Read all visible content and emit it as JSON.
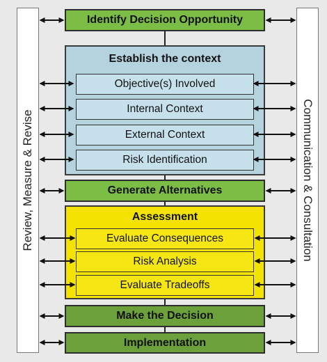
{
  "left_bar": {
    "label": "Review, Measure & Revise"
  },
  "right_bar": {
    "label": "Communication & Consultation"
  },
  "steps": {
    "identify": "Identify Decision Opportunity",
    "generate": "Generate Alternatives",
    "decide": "Make the Decision",
    "implement": "Implementation"
  },
  "context": {
    "title": "Establish the context",
    "items": [
      "Objective(s) Involved",
      "Internal Context",
      "External Context",
      "Risk Identification"
    ]
  },
  "assessment": {
    "title": "Assessment",
    "items": [
      "Evaluate Consequences",
      "Risk Analysis",
      "Evaluate Tradeoffs"
    ]
  },
  "colors": {
    "green_light": "#7bbd45",
    "green_dark": "#6ca03a",
    "context_blue": "#b5d3df",
    "assessment_yellow": "#f4e300"
  }
}
